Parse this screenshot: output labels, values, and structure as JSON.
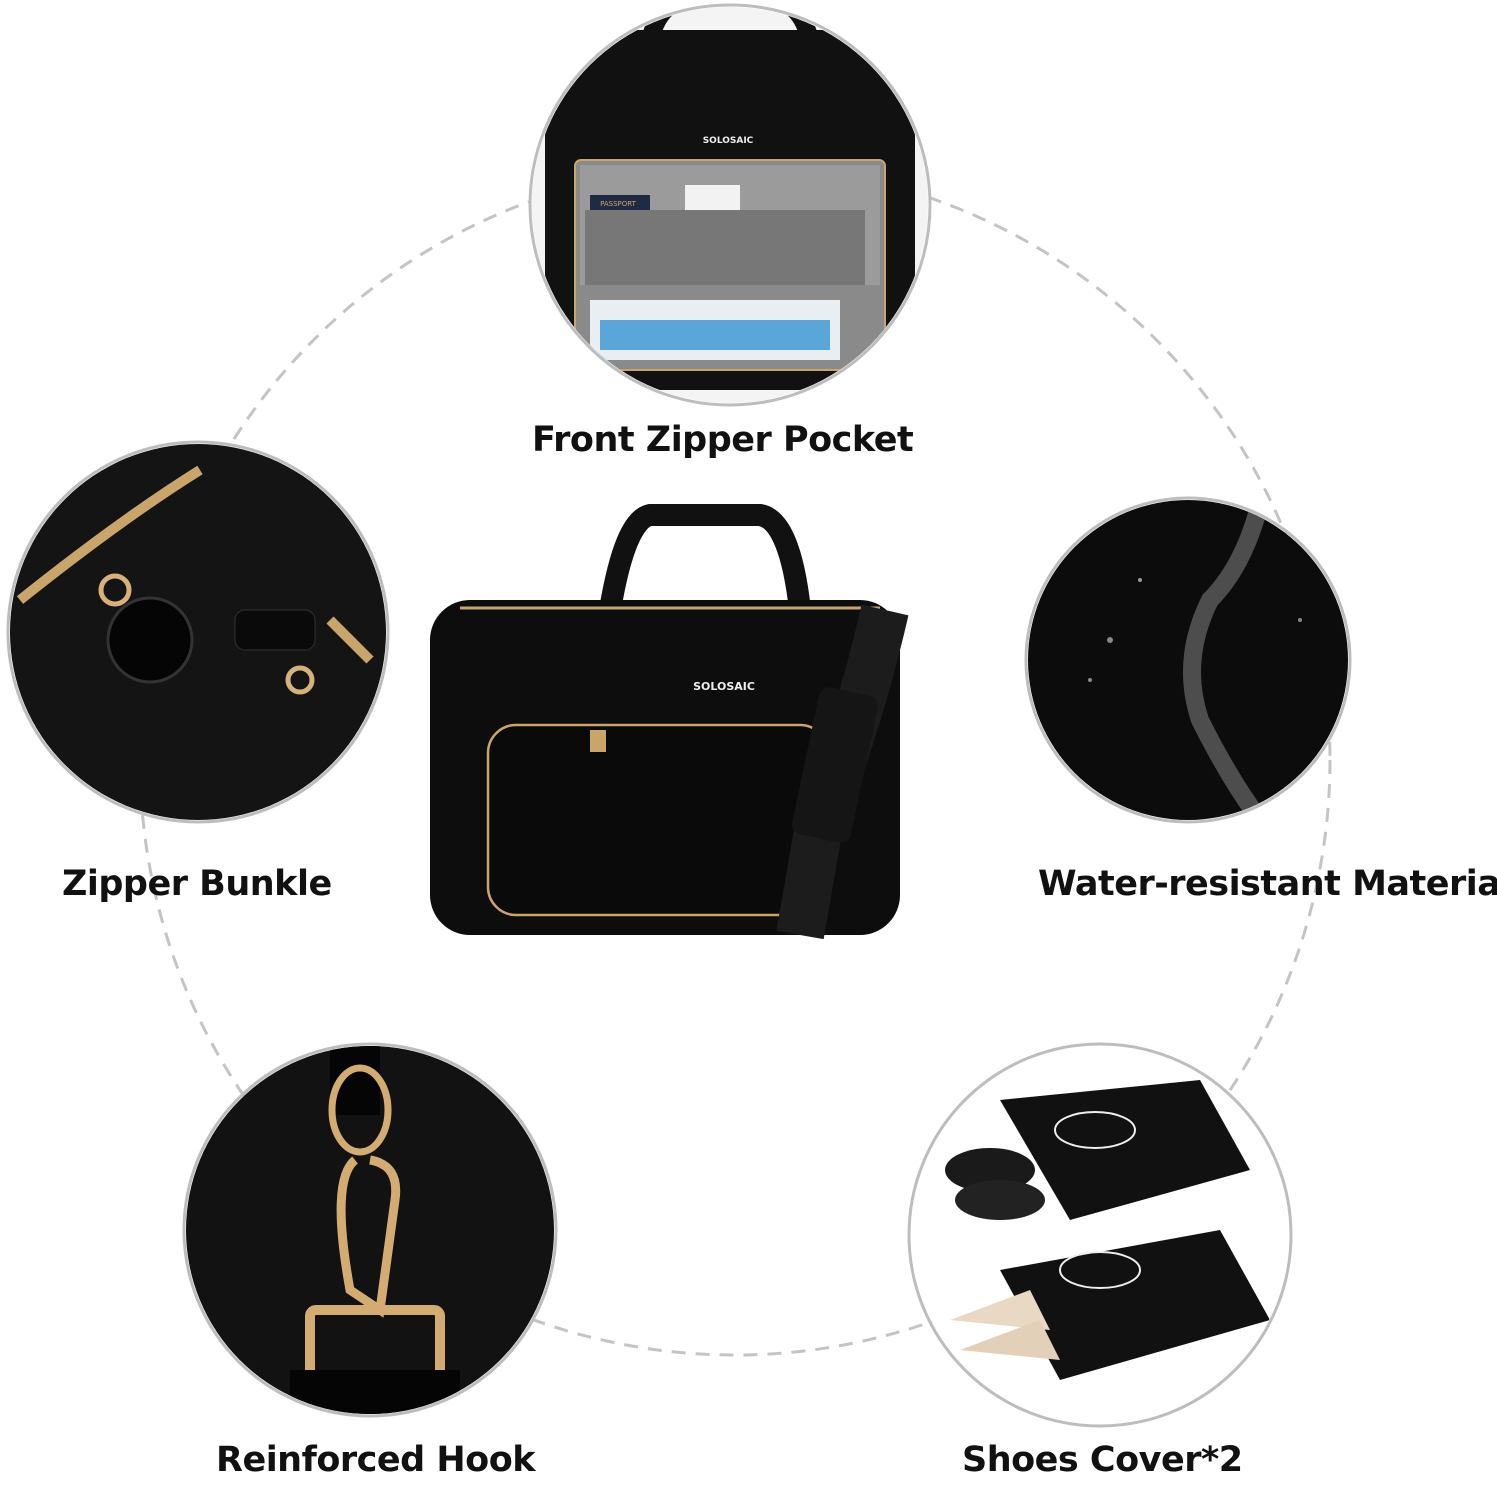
{
  "brand": "SOLOSAIC",
  "features": [
    {
      "label": "Front Zipper Pocket",
      "icon": "pocket-photo"
    },
    {
      "label": "Zipper Bunkle",
      "icon": "zipper-photo"
    },
    {
      "label": "Water-resistant Materia",
      "icon": "water-photo"
    },
    {
      "label": "Reinforced Hook",
      "icon": "hook-photo"
    },
    {
      "label": "Shoes Cover*2",
      "icon": "shoes-photo"
    }
  ],
  "pocket_items": [
    "PASSPORT"
  ],
  "colors": {
    "bag": "#0d0d0d",
    "zipper": "#c9a56a",
    "ring": "#bdbdbd",
    "dash": "#c4c4c4"
  }
}
